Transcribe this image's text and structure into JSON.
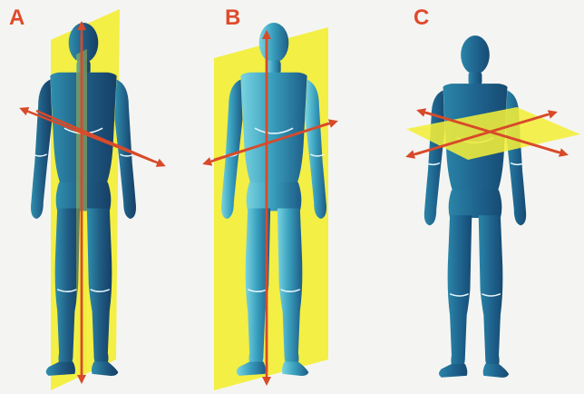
{
  "panels": [
    {
      "label": "A"
    },
    {
      "label": "B"
    },
    {
      "label": "C"
    }
  ],
  "colors": {
    "plane": "#f2ee3a",
    "arrow": "#d84a2a",
    "figure_dark": "#1f5a82",
    "figure_mid": "#2a7a9c",
    "figure_light": "#5bc0d2",
    "label": "#e04a2c",
    "background": "#f4f5f2"
  },
  "icons": [
    "human-figure",
    "anatomical-plane",
    "axis-arrow"
  ]
}
